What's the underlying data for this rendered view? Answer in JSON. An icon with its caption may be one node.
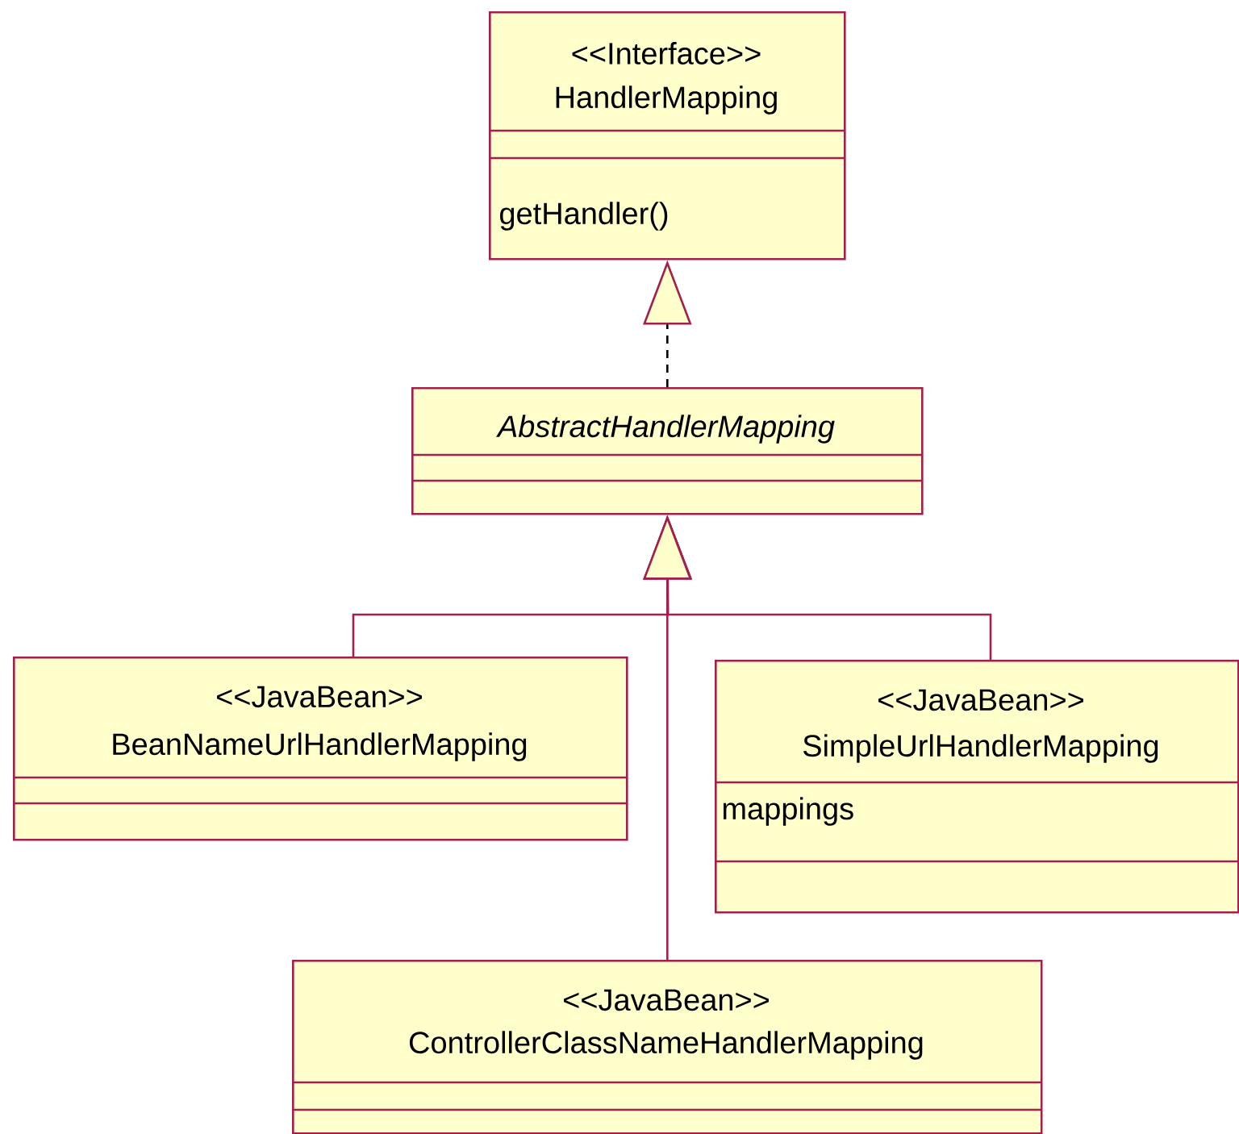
{
  "diagram": {
    "nodes": [
      {
        "text": [
          "<<Interface>>",
          "HandlerMapping",
          "getHandler()"
        ]
      },
      {
        "text": [
          "AbstractHandlerMapping"
        ]
      },
      {
        "text": [
          "<<JavaBean>>",
          "BeanNameUrlHandlerMapping"
        ]
      },
      {
        "text": [
          "<<JavaBean>>",
          "SimpleUrlHandlerMapping",
          "mappings"
        ]
      },
      {
        "text": [
          "<<JavaBean>>",
          "ControllerClassNameHandlerMapping"
        ]
      }
    ],
    "edges": [
      {
        "from": 1,
        "to": 0,
        "arrow": "to",
        "style": "dashed",
        "color": "#000000"
      },
      {
        "from": 2,
        "to": 1,
        "arrow": "to"
      },
      {
        "from": 3,
        "to": 1,
        "arrow": "to"
      },
      {
        "from": 4,
        "to": 1,
        "arrow": "to"
      }
    ]
  }
}
